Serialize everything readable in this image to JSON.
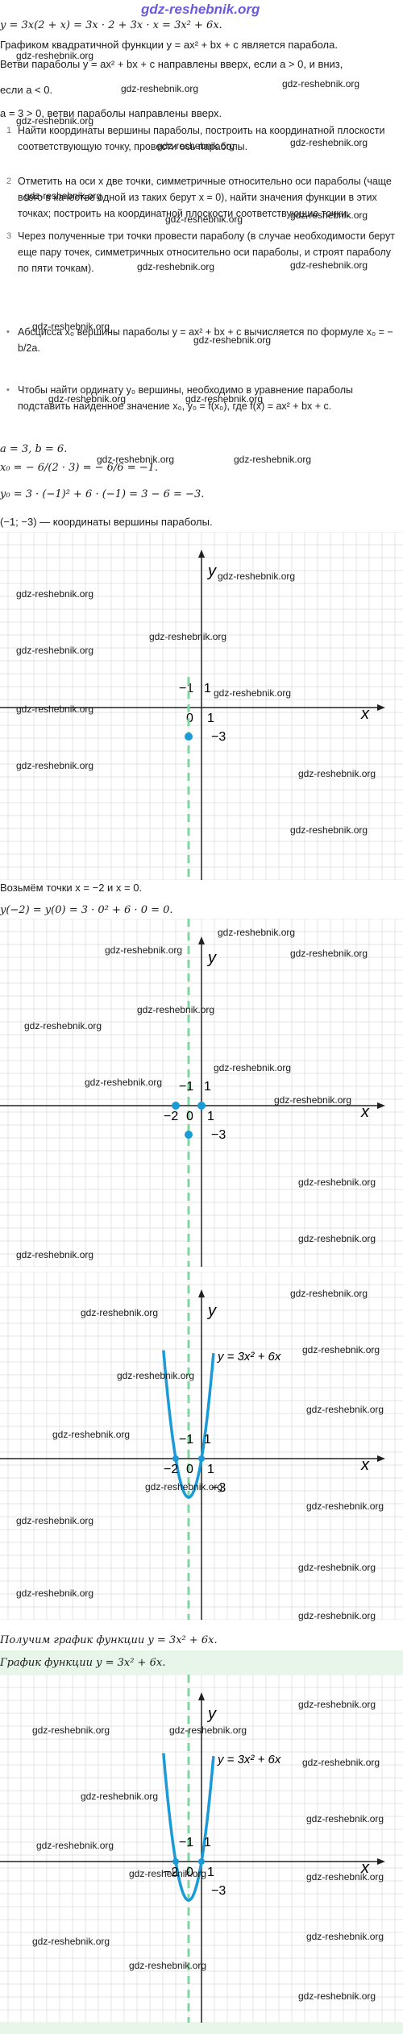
{
  "site": {
    "logo": "gdz-reshebnik.org",
    "watermark": "gdz-reshebnik.org"
  },
  "lines": {
    "l1": "y = 3x(2 + x) = 3x · 2 + 3x · x = 3x² + 6x.",
    "l2": "Графиком квадратичной функции y = ax² + bx + c является парабола.",
    "l3": "Ветви параболы y = ax² + bx + c направлены вверх, если a > 0, и вниз,",
    "l4": "если a < 0.",
    "l5": "a = 3 > 0, ветви параболы направлены вверх.",
    "ab": "a = 3, b = 6.",
    "x0": "x₀ = − 6/(2 · 3) = − 6/6 = −1.",
    "y0": "y₀ = 3 · (−1)² + 6 · (−1) = 3 − 6 = −3.",
    "vertex": "(−1; −3) — координаты вершины параболы.",
    "take": "Возьмём точки x = −2 и x = 0.",
    "yvals": "y(−2) = y(0) = 3 · 0² + 6 · 0 = 0.",
    "got": "Получим график функции y = 3x² + 6x.",
    "final": "График функции y = 3x² + 6x."
  },
  "steps": [
    {
      "num": "1",
      "text": "Найти координаты вершины параболы, построить на координатной плоскости соответствующую точку, провести ось параболы."
    },
    {
      "num": "2",
      "text": "Отметить на оси x две точки, симметричные относительно оси параболы (чаще всего в качестве одной из таких берут x = 0), найти значения функции в этих точках; построить на координатной плоскости соответствующие точки."
    },
    {
      "num": "3",
      "text": "Через полученные три точки провести параболу (в случае необходимости берут еще пару точек, симметричных относительно оси параболы, и строят параболу по пяти точкам)."
    }
  ],
  "bullets": [
    {
      "text": "Абсцисса x₀ вершины параболы y = ax² + bx + c вычисляется по формуле x₀ = − b/2a."
    },
    {
      "text": "Чтобы найти ординату y₀ вершины, необходимо в уравнение параболы подставить найденное значение x₀, y₀ = f(x₀), где f(x) = ax² + bx + c."
    }
  ],
  "graph": {
    "x_label": "x",
    "y_label": "y",
    "origin_label": "0",
    "one_x": "1",
    "one_y": "1",
    "minus_one": "−1",
    "minus_two": "−2",
    "minus_three": "−3",
    "curve_label": "y = 3x² + 6x"
  },
  "colors": {
    "curve": "#1a9ad6",
    "axis_line": "#7fd6a0",
    "grid": "#e4e4e4",
    "point": "#1a9ad6"
  }
}
